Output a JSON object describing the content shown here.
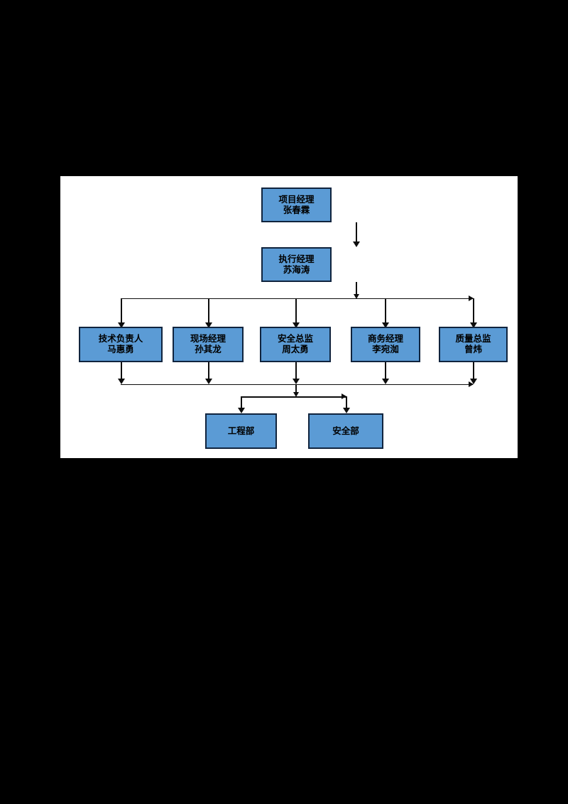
{
  "chart_data": {
    "type": "diagram",
    "diagram_type": "organization-chart",
    "title": "",
    "orientation": "top-down",
    "node_fill": "#5b9bd5",
    "node_border": "#10243e",
    "connector_color": "#0d0d0d",
    "canvas_background": "#ffffff",
    "page_background": "#000000",
    "levels": [
      {
        "level": 1,
        "nodes": [
          {
            "id": "n1",
            "title": "项目经理",
            "name": "张春霖"
          }
        ]
      },
      {
        "level": 2,
        "nodes": [
          {
            "id": "n2",
            "title": "执行经理",
            "name": "苏海涛"
          }
        ]
      },
      {
        "level": 3,
        "nodes": [
          {
            "id": "n3",
            "title": "技术负责人",
            "name": "马惠勇"
          },
          {
            "id": "n4",
            "title": "现场经理",
            "name": "孙其龙"
          },
          {
            "id": "n5",
            "title": "安全总监",
            "name": "周太勇"
          },
          {
            "id": "n6",
            "title": "商务经理",
            "name": "李宛洳"
          },
          {
            "id": "n7",
            "title": "质量总监",
            "name": "曾炜"
          }
        ]
      },
      {
        "level": 4,
        "nodes": [
          {
            "id": "n8",
            "title": "工程部",
            "name": ""
          },
          {
            "id": "n9",
            "title": "安全部",
            "name": ""
          }
        ]
      }
    ],
    "edges": [
      {
        "from": "n1",
        "to": "n2"
      },
      {
        "from": "n2",
        "to": "n3"
      },
      {
        "from": "n2",
        "to": "n4"
      },
      {
        "from": "n2",
        "to": "n5"
      },
      {
        "from": "n2",
        "to": "n6"
      },
      {
        "from": "n2",
        "to": "n7"
      },
      {
        "from": "n3",
        "to": "n8"
      },
      {
        "from": "n3",
        "to": "n9"
      },
      {
        "from": "n4",
        "to": "n8"
      },
      {
        "from": "n4",
        "to": "n9"
      },
      {
        "from": "n5",
        "to": "n8"
      },
      {
        "from": "n5",
        "to": "n9"
      },
      {
        "from": "n6",
        "to": "n8"
      },
      {
        "from": "n6",
        "to": "n9"
      },
      {
        "from": "n7",
        "to": "n8"
      },
      {
        "from": "n7",
        "to": "n9"
      }
    ]
  }
}
